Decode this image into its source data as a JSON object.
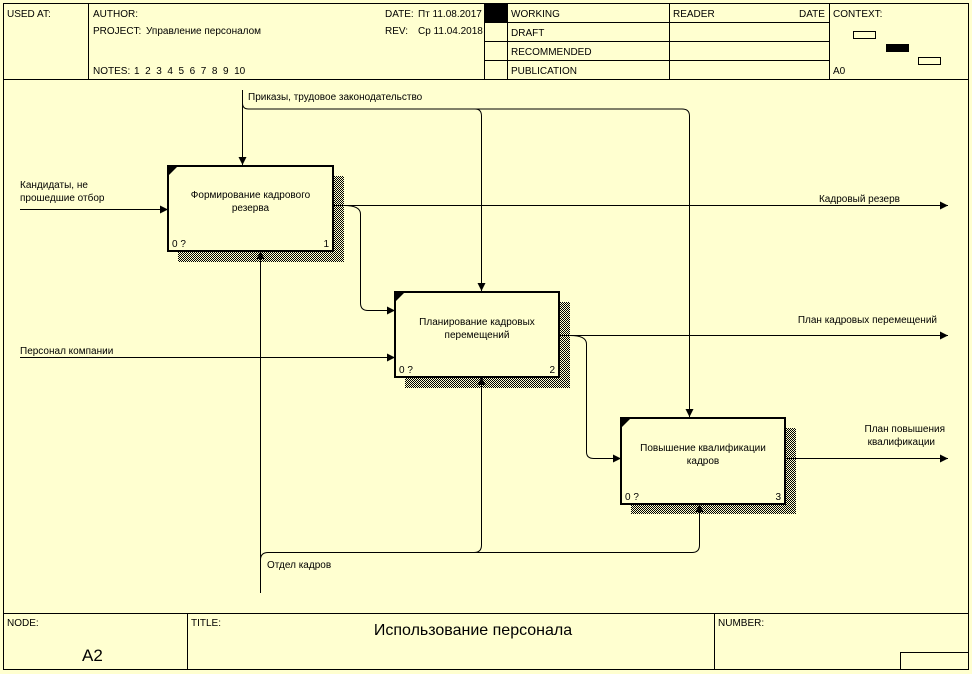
{
  "header": {
    "used_at_label": "USED AT:",
    "author_label": "AUTHOR:",
    "project_label": "PROJECT:",
    "project_value": "Управление персоналом",
    "notes_label": "NOTES:",
    "notes_value": "1  2  3  4  5  6  7  8  9  10",
    "date_label": "DATE:",
    "date_value": "Пт 11.08.2017",
    "rev_label": "REV:",
    "rev_value": "Ср 11.04.2018",
    "status_working": "WORKING",
    "status_draft": "DRAFT",
    "status_recommended": "RECOMMENDED",
    "status_publication": "PUBLICATION",
    "reader_label": "READER",
    "reader_date_label": "DATE",
    "context_label": "CONTEXT:",
    "context_node": "A0"
  },
  "diagram": {
    "boxes": [
      {
        "line1": "Формирование кадрового",
        "line2": "резерва",
        "cost": "0 ?",
        "number": "1"
      },
      {
        "line1": "Планирование кадровых",
        "line2": "перемещений",
        "cost": "0 ?",
        "number": "2"
      },
      {
        "line1": "Повышение квалификации",
        "line2": "кадров",
        "cost": "0 ?",
        "number": "3"
      }
    ],
    "arrows": {
      "control_orders": "Приказы, трудовое законодательство",
      "input_candidates_1": "Кандидаты, не",
      "input_candidates_2": "прошедшие отбор",
      "input_staff": "Персонал компании",
      "mechanism_hr": "Отдел кадров",
      "output_reserve": "Кадровый резерв",
      "output_moves": "План кадровых перемещений",
      "output_training_1": "План повышения",
      "output_training_2": "квалификации"
    }
  },
  "footer": {
    "node_label": "NODE:",
    "node_value": "A2",
    "title_label": "TITLE:",
    "title_value": "Использование персонала",
    "number_label": "NUMBER:"
  }
}
